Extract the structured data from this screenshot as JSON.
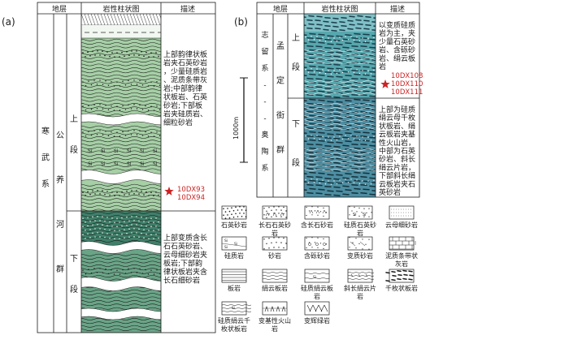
{
  "panel_a": {
    "label": "(a)",
    "headers": {
      "strata": "地层",
      "column": "岩性柱状图",
      "desc": "描述"
    },
    "system": "寒武系",
    "group": "公养河群",
    "upper_member": "上段",
    "lower_member": "下段",
    "upper_desc": "上部韵律状板岩夹石英砂岩，少量硅质岩、泥质条带灰岩;中部韵律状板岩、石英砂岩;下部板岩夹硅质岩、细粒砂岩",
    "lower_desc": "上部变质含长石石英砂岩、云母细砂岩夹板岩;下部韵律状板岩夹含长石细砂岩",
    "samples": [
      "10DX93",
      "10DX94"
    ]
  },
  "panel_b": {
    "label": "(b)",
    "headers": {
      "strata": "地层",
      "column": "岩性柱状图",
      "desc": "描述"
    },
    "system": "志留系---奥陶系",
    "group": "孟定街群",
    "upper_member": "上段",
    "lower_member": "下段",
    "upper_desc": "以变质硅质岩为主，夹少量石英砂岩、含砾砂岩、绢云板岩",
    "lower_desc": "上部为硅质绢云母千枚状板岩、绢云板岩夹基性火山岩，中部为石英砂岩、斜长绢云片岩，下部斜长绢云板岩夹石英砂岩",
    "samples": [
      "10DX108",
      "10DX110",
      "10DX111"
    ],
    "scale": "1000m"
  },
  "legend": [
    {
      "id": "quartz-sandstone",
      "label": "石英砂岩"
    },
    {
      "id": "feldspar-quartz-sandstone",
      "label": "长石石英砂岩"
    },
    {
      "id": "feldspar-bearing-sandstone",
      "label": "含长石砂岩"
    },
    {
      "id": "siliceous-quartz-sandstone",
      "label": "硅质石英砂岩"
    },
    {
      "id": "mica-fine-sandstone",
      "label": "云母细砂岩"
    },
    {
      "id": "siliceous-rock",
      "label": "硅质岩"
    },
    {
      "id": "sandstone",
      "label": "砂岩"
    },
    {
      "id": "pebbly-sandstone",
      "label": "含砾砂岩"
    },
    {
      "id": "metasandstone",
      "label": "变质砂岩"
    },
    {
      "id": "argillaceous-banded-limestone",
      "label": "泥质条带状灰岩"
    },
    {
      "id": "slate",
      "label": "板岩"
    },
    {
      "id": "sericite-slate",
      "label": "绢云板岩"
    },
    {
      "id": "siliceous-sericite-slate",
      "label": "硅质绢云板岩"
    },
    {
      "id": "plagioclase-sericite-schist",
      "label": "斜长绢云片岩"
    },
    {
      "id": "phyllitic-slate",
      "label": "千枚状板岩"
    },
    {
      "id": "siliceous-sericite-phyllitic-slate",
      "label": "硅质绢云千枚状板岩"
    },
    {
      "id": "metabasic-volcanic",
      "label": "变基性火山岩"
    },
    {
      "id": "metadiabase",
      "label": "变辉绿岩"
    }
  ]
}
